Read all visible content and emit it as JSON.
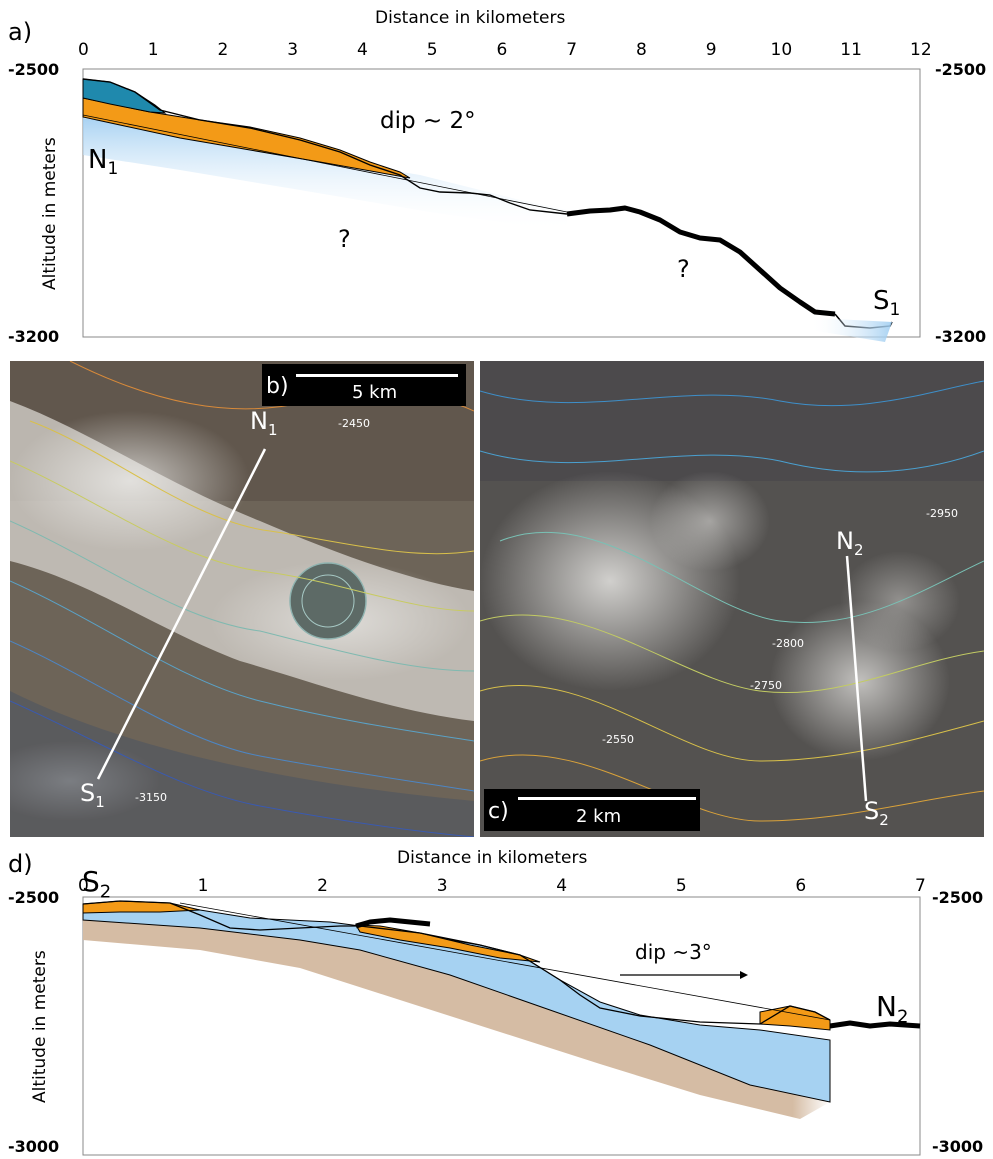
{
  "panel_a": {
    "label": "a)",
    "x_title": "Distance in kilometers",
    "x_ticks": [
      "0",
      "1",
      "2",
      "3",
      "4",
      "5",
      "6",
      "7",
      "8",
      "9",
      "10",
      "11",
      "12"
    ],
    "y_title": "Altitude in meters",
    "y_top_left": "-2500",
    "y_bottom_left": "-3200",
    "y_top_right": "-2500",
    "y_bottom_right": "-3200",
    "dip_text": "dip ~ 2°",
    "start_label": "N",
    "start_sub": "1",
    "end_label": "S",
    "end_sub": "1",
    "question_1": "?",
    "question_2": "?",
    "colors": {
      "orange": "#f39a17",
      "teal": "#1f89ad",
      "light_blue": "#9fcdf1",
      "line": "#000000"
    }
  },
  "panel_b": {
    "label": "b)",
    "scale_label": "5 km",
    "marker_top": "N",
    "marker_top_sub": "1",
    "marker_bottom": "S",
    "marker_bottom_sub": "1",
    "contour_1": "-2450",
    "contour_2": "-3150"
  },
  "panel_c": {
    "label": "c)",
    "scale_label": "2 km",
    "marker_top": "N",
    "marker_top_sub": "2",
    "marker_bottom": "S",
    "marker_bottom_sub": "2",
    "contour_1": "-2950",
    "contour_2": "-2800",
    "contour_3": "-2750",
    "contour_4": "-2550"
  },
  "panel_d": {
    "label": "d)",
    "x_title": "Distance in kilometers",
    "x_ticks": [
      "0",
      "1",
      "2",
      "3",
      "4",
      "5",
      "6",
      "7"
    ],
    "y_title": "Altitude in meters",
    "y_top_left": "-2500",
    "y_bottom_left": "-3000",
    "y_top_right": "-2500",
    "y_bottom_right": "-3000",
    "dip_text": "dip ~3°",
    "start_label": "S",
    "start_sub": "2",
    "end_label": "N",
    "end_sub": "2",
    "colors": {
      "orange": "#f39a17",
      "light_blue": "#a6d2f2",
      "tan": "#d5bca4",
      "line": "#000000"
    }
  }
}
